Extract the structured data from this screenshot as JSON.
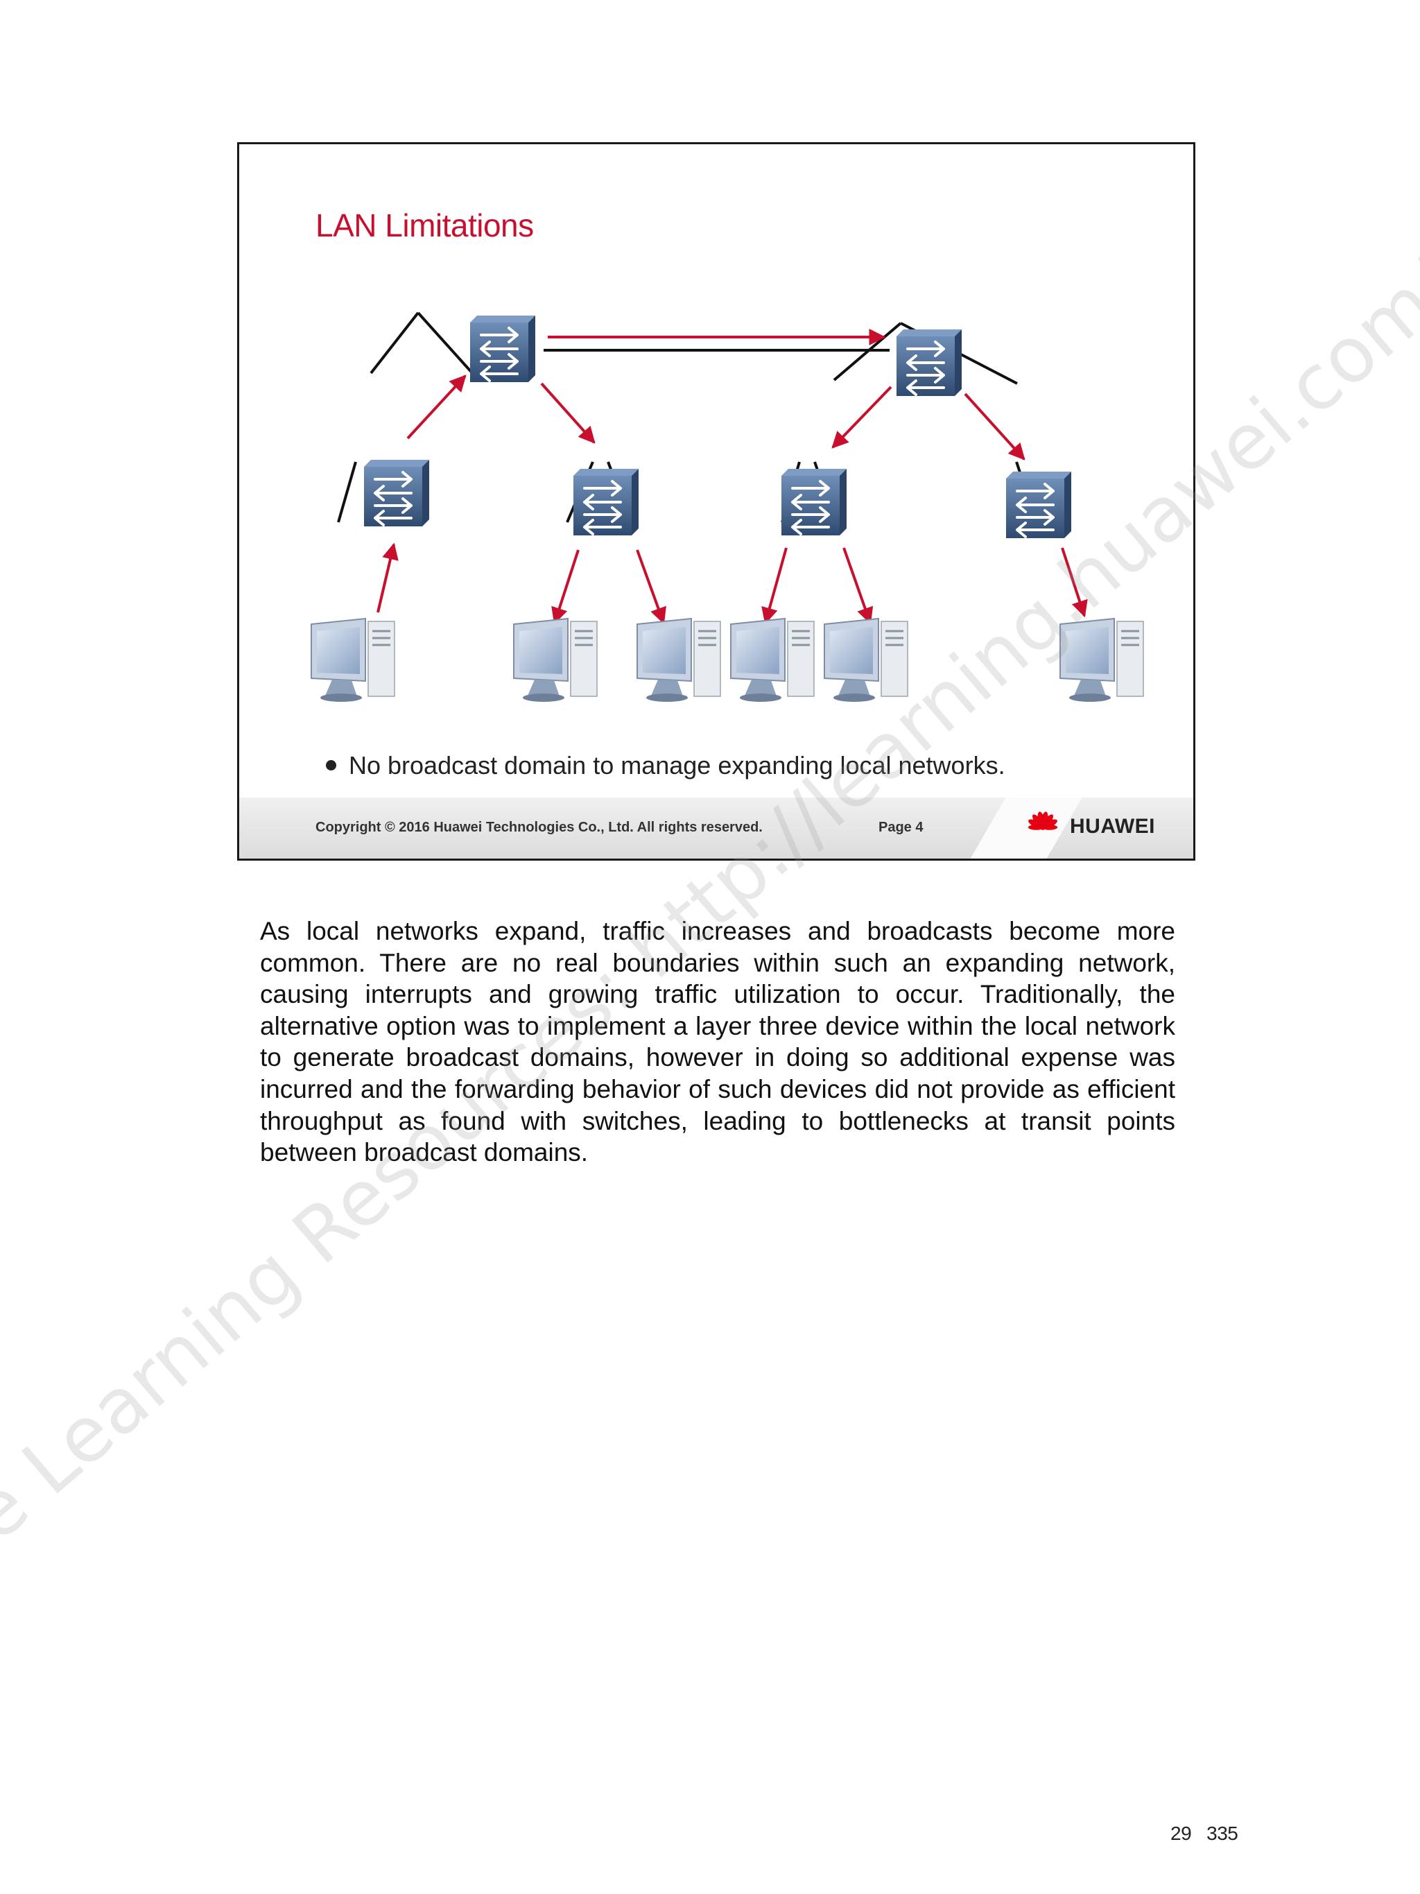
{
  "slide": {
    "title": "LAN Limitations",
    "bullet": "No broadcast domain to manage expanding local networks.",
    "footer_copyright": "Copyright © 2016 Huawei Technologies Co., Ltd. All rights reserved.",
    "footer_page": "Page 4",
    "brand_name": "HUAWEI",
    "colors": {
      "title": "#c8102e",
      "arrows": "#c8102e",
      "switch": "#3e5b82",
      "logo": "#e60012"
    },
    "diagram": {
      "icons": [
        "switch-icon",
        "computer-icon"
      ],
      "switches": 6,
      "computers": 6
    }
  },
  "body": {
    "paragraph": "As local networks expand, traffic increases and broadcasts become more common. There are no real boundaries within such an expanding network, causing interrupts and growing traffic utilization to occur. Traditionally, the alternative option was to implement a layer three device within the local network to generate broadcast domains, however in doing so additional expense was incurred and the forwarding behavior of such devices did not provide as efficient throughput as found with switches, leading to bottlenecks at transit points between broadcast domains."
  },
  "watermark": {
    "text": "More Learning Resources: http://learning.huawei.com/en"
  },
  "page_number": {
    "current": "29",
    "total": "335"
  }
}
